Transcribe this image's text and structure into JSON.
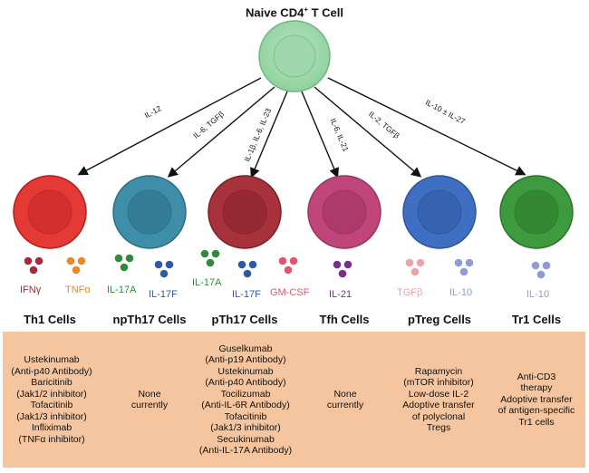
{
  "title": {
    "text": "Naive CD4",
    "sup": "+",
    "suffix": " T Cell"
  },
  "arrow_labels": [
    "IL-12",
    "IL-6, TGFβ",
    "IL-1β, IL-6, IL-23",
    "IL-6, IL-21",
    "IL-2, TGFβ",
    "IL-10 ± IL-27"
  ],
  "cells": [
    {
      "name": "Th1 Cells",
      "color": "#e53935",
      "cytokines": [
        {
          "label": "IFNγ",
          "color": "#a52a3a"
        },
        {
          "label": "TNFα",
          "color": "#e6892a"
        }
      ]
    },
    {
      "name": "npTh17 Cells",
      "color": "#3e8ea9",
      "cytokines": [
        {
          "label": "IL-17A",
          "color": "#2e8b3e"
        },
        {
          "label": "IL-17F",
          "color": "#2d5aa8"
        }
      ]
    },
    {
      "name": "pTh17 Cells",
      "color": "#a8323b",
      "cytokines": [
        {
          "label": "IL-17A",
          "color": "#2e8b3e"
        },
        {
          "label": "IL-17F",
          "color": "#2d5aa8"
        },
        {
          "label": "GM-CSF",
          "color": "#e0566e"
        }
      ]
    },
    {
      "name": "Tfh Cells",
      "color": "#c0457a",
      "cytokines": [
        {
          "label": "IL-21",
          "color": "#7b2d8e"
        }
      ]
    },
    {
      "name": "pTreg Cells",
      "color": "#3f6fc2",
      "cytokines": [
        {
          "label": "TGFβ",
          "color": "#f0a0a8"
        },
        {
          "label": "IL-10",
          "color": "#8f9ad8"
        }
      ]
    },
    {
      "name": "Tr1 Cells",
      "color": "#3e9a3e",
      "cytokines": [
        {
          "label": "IL-10",
          "color": "#8f9ad8"
        }
      ]
    }
  ],
  "therapies": [
    [
      "Ustekinumab",
      "(Anti-p40 Antibody)",
      "Baricitinib",
      "(Jak1/2 inhibitor)",
      "Tofacitinib",
      "(Jak1/3 inhibitor)",
      "Infliximab",
      "(TNFα inhibitor)"
    ],
    [
      "None",
      "currently"
    ],
    [
      "Guselkumab",
      "(Anti-p19 Antibody)",
      "Ustekinumab",
      "(Anti-p40 Antibody)",
      "Tocilizumab",
      "(Anti-IL-6R Antibody)",
      "Tofacitinib",
      "(Jak1/3 inhibitor)",
      "Secukinumab",
      "(Anti-IL-17A Antibody)"
    ],
    [
      "None",
      "currently"
    ],
    [
      "Rapamycin",
      "(mTOR inhibitor)",
      "Low-dose IL-2",
      "Adoptive transfer",
      "of polyclonal",
      "Tregs"
    ],
    [
      "Anti-CD3",
      "therapy",
      "Adoptive transfer",
      "of antigen-specific",
      "Tr1 cells"
    ]
  ],
  "colors": {
    "naive": "#8fd19e",
    "therapy_panel": "#f4c59f"
  }
}
